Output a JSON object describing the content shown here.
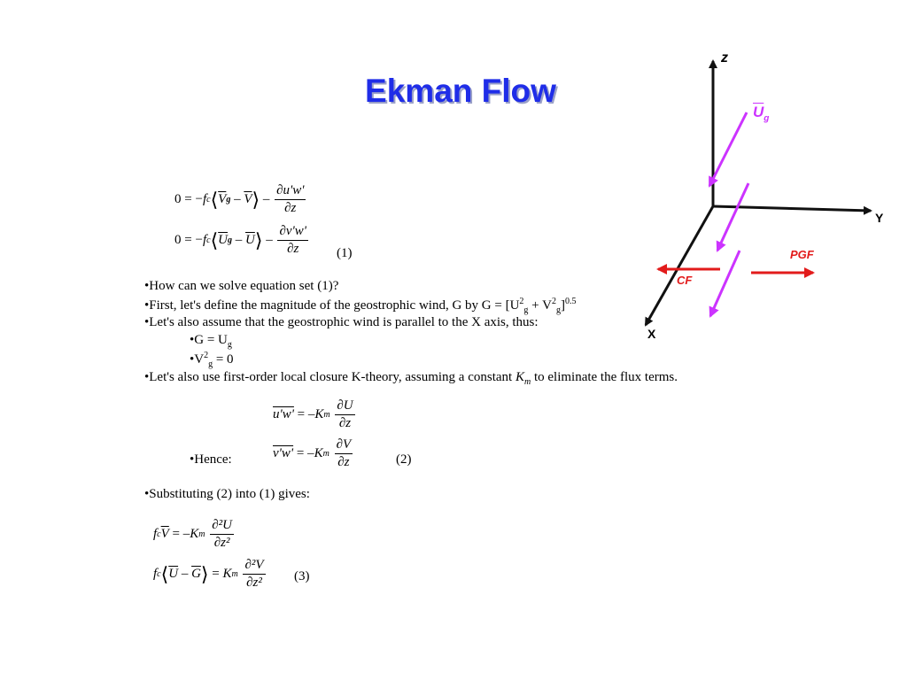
{
  "title": "Ekman Flow",
  "eq1": {
    "zero": "0",
    "equals": "=",
    "minus": "−",
    "fc": "f",
    "fc_sub": "c",
    "row1_vg": "V",
    "row1_vg_sub": "g",
    "row1_v": "V",
    "row1_num": "∂u'w'",
    "row1_den": "∂z",
    "row2_ug": "U",
    "row2_ug_sub": "g",
    "row2_u": "U",
    "row2_num": "∂v'w'",
    "row2_den": "∂z",
    "number": "(1)"
  },
  "bullets": {
    "b1": "•How can we solve equation set (1)?",
    "b2_pre": "•First, let's define the magnitude of the geostrophic wind, G by G = [U",
    "b2_sup1": "2",
    "b2_sub1": "g",
    "b2_mid": " + V",
    "b2_sup2": "2",
    "b2_sub2": "g",
    "b2_end": "]",
    "b2_sup3": "0.5",
    "b3": "•Let's also assume that the geostrophic wind is parallel to the X axis, thus:",
    "b4_pre": "•G = U",
    "b4_sub": "g",
    "b5_pre": "•V",
    "b5_sup": "2",
    "b5_sub": "g",
    "b5_end": " = 0",
    "b6_pre": "•Let's also use first-order local closure K-theory, assuming a constant ",
    "b6_k": "K",
    "b6_ksub": "m",
    "b6_end": " to eliminate the flux terms.",
    "hence": "•Hence:",
    "substituting": "•Substituting (2) into (1) gives:"
  },
  "eq2": {
    "lhs1": "u'w'",
    "lhs2": "v'w'",
    "rhs_k": "K",
    "rhs_ksub": "m",
    "num1": "∂U",
    "num2": "∂V",
    "den": "∂z",
    "number": "(2)"
  },
  "eq3": {
    "lhs1_v": "V",
    "num1": "∂²U",
    "den": "∂z²",
    "lhs2_u": "U",
    "lhs2_g": "G",
    "num2": "∂²V",
    "number": "(3)"
  },
  "diagram": {
    "z_label": "z",
    "y_label": "Y",
    "x_label": "X",
    "ug_label": "U",
    "ug_sub": "g",
    "pgf_label": "PGF",
    "cf_label": "CF",
    "colors": {
      "ug": "#cc33ff",
      "force": "#e21b1b",
      "axis": "#111111"
    }
  }
}
